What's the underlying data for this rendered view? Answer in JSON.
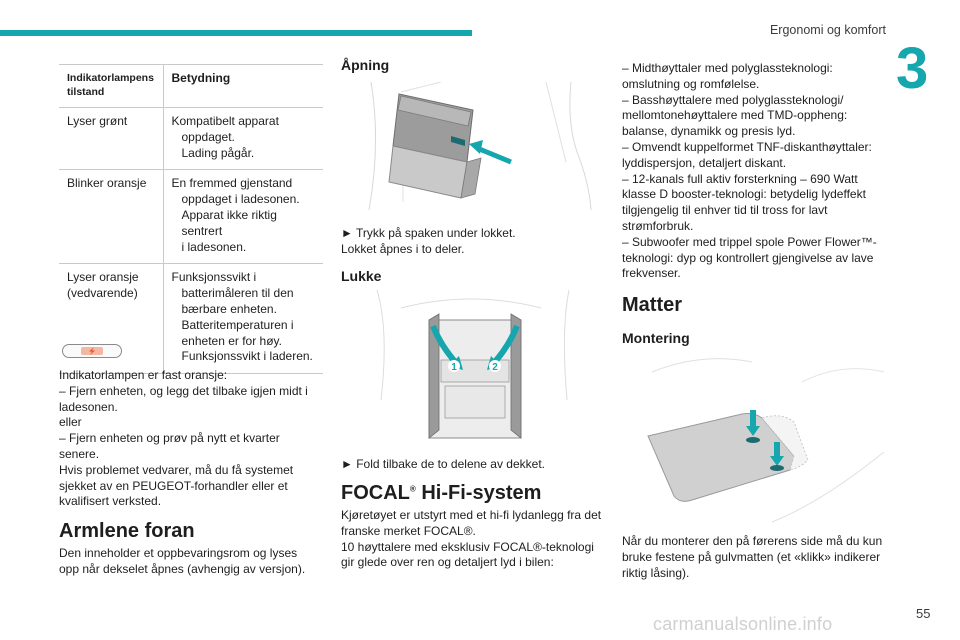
{
  "header": {
    "section_title": "Ergonomi og komfort",
    "chapter_number": "3",
    "accent_color": "#16a6ad"
  },
  "indicator_table": {
    "col1_header": "Indikatorlampens tilstand",
    "col2_header": "Betydning",
    "rows": [
      {
        "state": "Lyser grønt",
        "meaning": [
          "Kompatibelt apparat",
          "oppdaget.",
          "Lading pågår."
        ]
      },
      {
        "state": "Blinker oransje",
        "meaning": [
          "En fremmed gjenstand",
          "oppdaget i ladesonen.",
          "Apparat ikke riktig sentrert",
          "i ladesonen."
        ]
      },
      {
        "state": "Lyser oransje (vedvarende)",
        "meaning": [
          "Funksjonssvikt i",
          "batterimåleren til den",
          "bærbare enheten.",
          "Batteritemperaturen i",
          "enheten er for høy.",
          "Funksjonssvikt i laderen."
        ]
      }
    ]
  },
  "lamp_note": {
    "lines": [
      "Indikatorlampen er fast oransje:",
      "– Fjern enheten, og legg det tilbake igjen midt i",
      "ladesonen.",
      "eller",
      "– Fjern enheten og prøv på nytt et kvarter",
      "senere.",
      "Hvis problemet vedvarer, må du få systemet",
      "sjekket av en PEUGEOT-forhandler eller et",
      "kvalifisert verksted."
    ]
  },
  "armrest": {
    "title": "Armlene foran",
    "lines": [
      "Den inneholder et oppbevaringsrom og lyses",
      "opp når dekselet åpnes (avhengig av versjon)."
    ]
  },
  "opening": {
    "title": "Åpning",
    "lines": [
      "► Trykk på spaken under lokket.",
      "Lokket åpnes i to deler."
    ]
  },
  "closing": {
    "title": "Lukke",
    "lines": [
      "► Fold tilbake de to delene av dekket."
    ],
    "callout_1": "1",
    "callout_2": "2"
  },
  "focal": {
    "title_main": "FOCAL",
    "title_sup": "®",
    "title_rest": " Hi-Fi-system",
    "lines": [
      "Kjøretøyet er utstyrt med et hi-fi lydanlegg fra det",
      "franske merket FOCAL®.",
      "10 høyttalere med eksklusiv FOCAL®-teknologi",
      "gir glede over ren og detaljert lyd i bilen:"
    ]
  },
  "speakers": {
    "lines": [
      "– Midthøyttaler med polyglassteknologi:",
      "omslutning og romfølelse.",
      "– Basshøyttalere med polyglassteknologi/",
      "mellomtonehøyttalere med TMD-oppheng:",
      "balanse, dynamikk og presis lyd.",
      "– Omvendt kuppelformet TNF-diskanthøyttaler:",
      "lyddispersjon, detaljert diskant.",
      "– 12-kanals full aktiv forsterkning – 690 Watt",
      "klasse D booster-teknologi: betydelig lydeffekt",
      "tilgjengelig til enhver tid til tross for lavt",
      "strømforbruk.",
      "– Subwoofer med trippel spole Power Flower™-",
      "teknologi: dyp og kontrollert gjengivelse av lave",
      "frekvenser."
    ]
  },
  "mats": {
    "title": "Matter",
    "subtitle": "Montering",
    "lines": [
      "Når du monterer den på førerens side må du kun",
      "bruke festene på gulvmatten (et «klikk» indikerer",
      "riktig låsing)."
    ]
  },
  "footer": {
    "page_number": "55",
    "watermark": "carmanualsonline.info"
  }
}
